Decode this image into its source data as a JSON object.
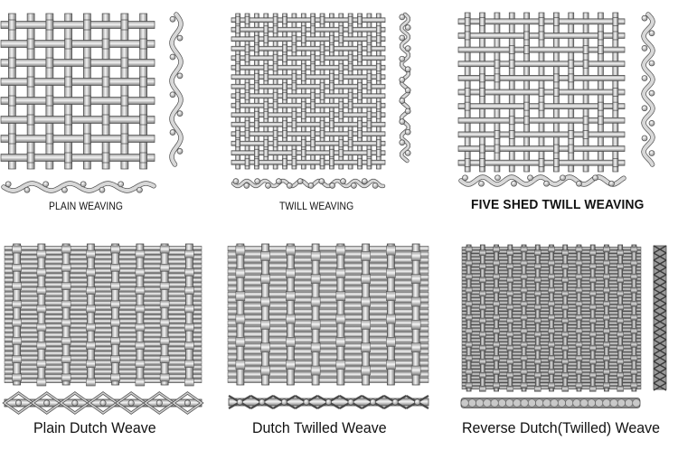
{
  "colors": {
    "wire_light": "#f2f2f2",
    "wire_mid": "#bdbdbd",
    "wire_dark": "#6e6e6e",
    "outline": "#4a4a4a",
    "background": "#ffffff"
  },
  "panels": [
    {
      "id": "plain-weaving",
      "caption": "PLAIN WEAVING"
    },
    {
      "id": "twill-weaving",
      "caption": "TWILL WEAVING"
    },
    {
      "id": "five-shed-twill-weaving",
      "caption": "FIVE SHED TWILL WEAVING"
    },
    {
      "id": "plain-dutch-weave",
      "caption": "Plain Dutch Weave"
    },
    {
      "id": "dutch-twilled-weave",
      "caption": "Dutch Twilled Weave"
    },
    {
      "id": "reverse-dutch-twilled-weave",
      "caption": "Reverse Dutch(Twilled) Weave"
    }
  ]
}
